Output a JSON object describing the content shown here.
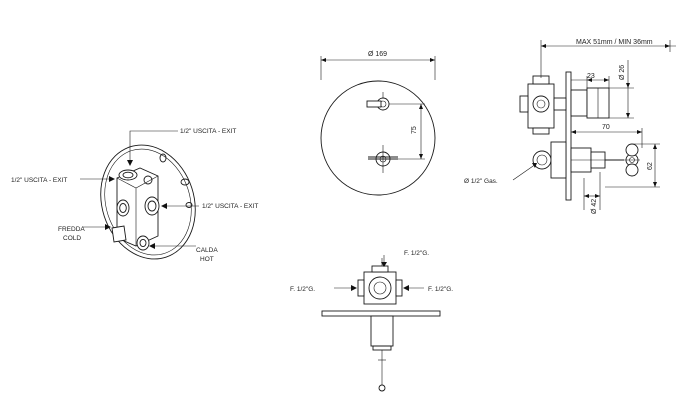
{
  "labels": {
    "exit_top": "1/2\" USCITA - EXIT",
    "exit_left": "1/2\" USCITA - EXIT",
    "exit_right": "1/2\" USCITA - EXIT",
    "cold_it": "FREDDA",
    "cold_en": "COLD",
    "hot_it": "CALDA",
    "hot_en": "HOT",
    "front_diameter": "Ø  169",
    "front_spacing": "75",
    "max_min": "MAX 51mm / MIN 36mm",
    "dim_23": "23",
    "dim_26": "Ø 26",
    "dim_70": "70",
    "dim_62": "62",
    "dim_42": "Ø 42",
    "gas": "Ø 1/2\" Gas.",
    "f_top": "F. 1/2\"G.",
    "f_left": "F. 1/2\"G.",
    "f_right": "F. 1/2\"G."
  }
}
